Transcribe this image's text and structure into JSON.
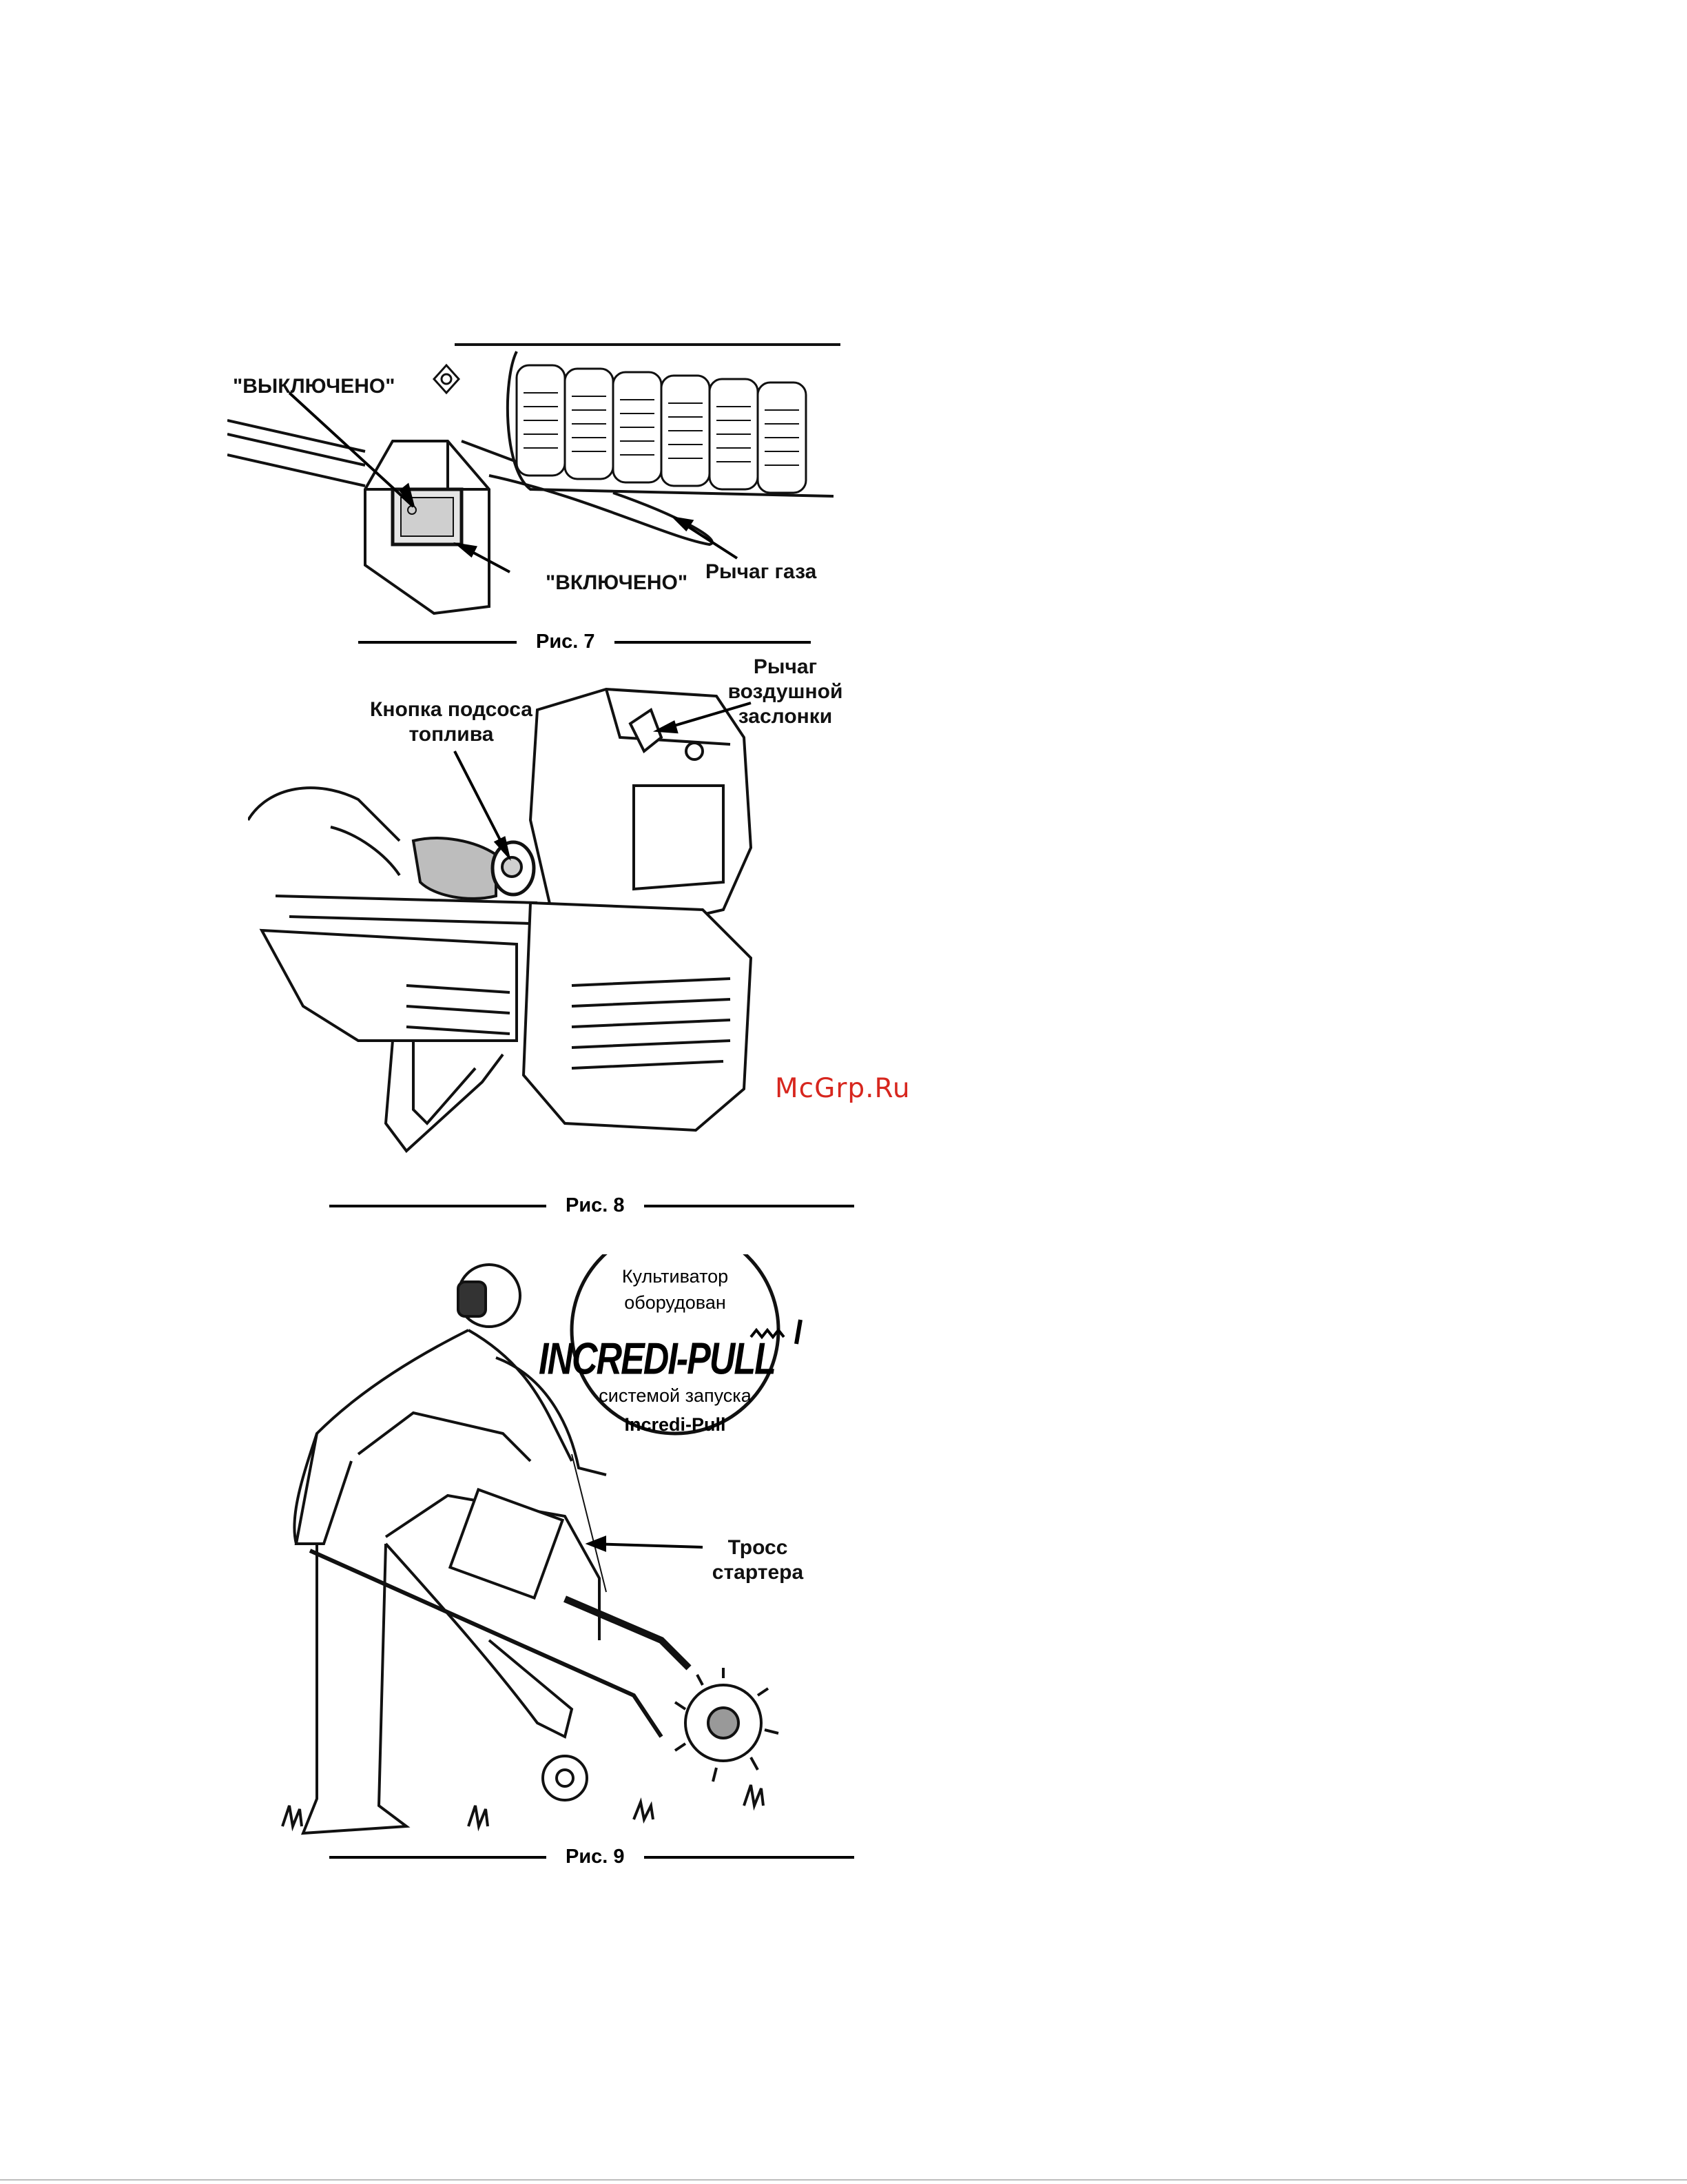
{
  "watermark": "McGrp.Ru",
  "fig7": {
    "caption": "Рис. 7",
    "label_off": "\"ВЫКЛЮЧЕНО\"",
    "label_on": "\"ВКЛЮЧЕНО\"",
    "label_throttle": "Рычаг газа"
  },
  "fig8": {
    "caption": "Рис. 8",
    "label_primer_line1": "Кнопка подсоса",
    "label_primer_line2": "топлива",
    "label_choke_line1": "Рычаг",
    "label_choke_line2": "воздушной",
    "label_choke_line3": "заслонки"
  },
  "fig9": {
    "caption": "Рис. 9",
    "badge_line1": "Культиватор",
    "badge_line2": "оборудован",
    "badge_brand": "INCREDI-PULL",
    "badge_line3": "системой запуска",
    "badge_line4": "Incredi-Pull",
    "label_rope_line1": "Тросс",
    "label_rope_line2": "стартера"
  }
}
